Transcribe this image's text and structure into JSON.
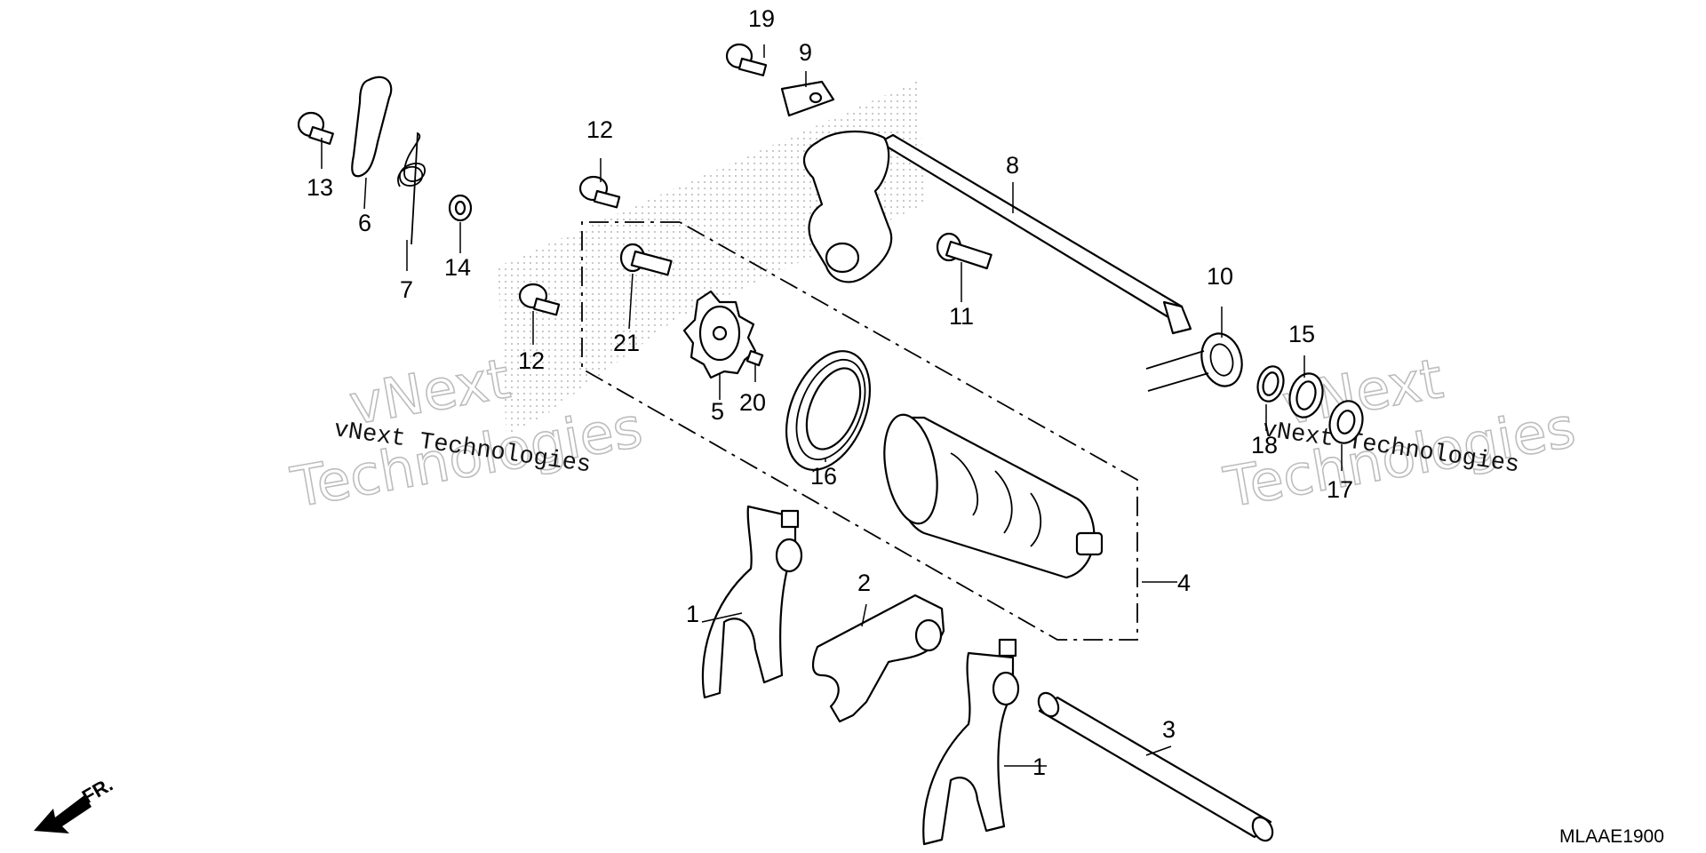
{
  "diagram": {
    "code": "MLAAE1900",
    "direction_label": "FR.",
    "callouts": [
      "1",
      "1",
      "2",
      "3",
      "4",
      "5",
      "6",
      "7",
      "8",
      "9",
      "10",
      "11",
      "12",
      "12",
      "13",
      "14",
      "15",
      "16",
      "17",
      "18",
      "19",
      "20",
      "21"
    ]
  },
  "watermarks": [
    {
      "line1": "vNext",
      "line2": "Technologies",
      "caption": "vNext Technologies"
    },
    {
      "line1": "vNext",
      "line2": "Technologies",
      "caption": "vNext Technologies"
    }
  ]
}
